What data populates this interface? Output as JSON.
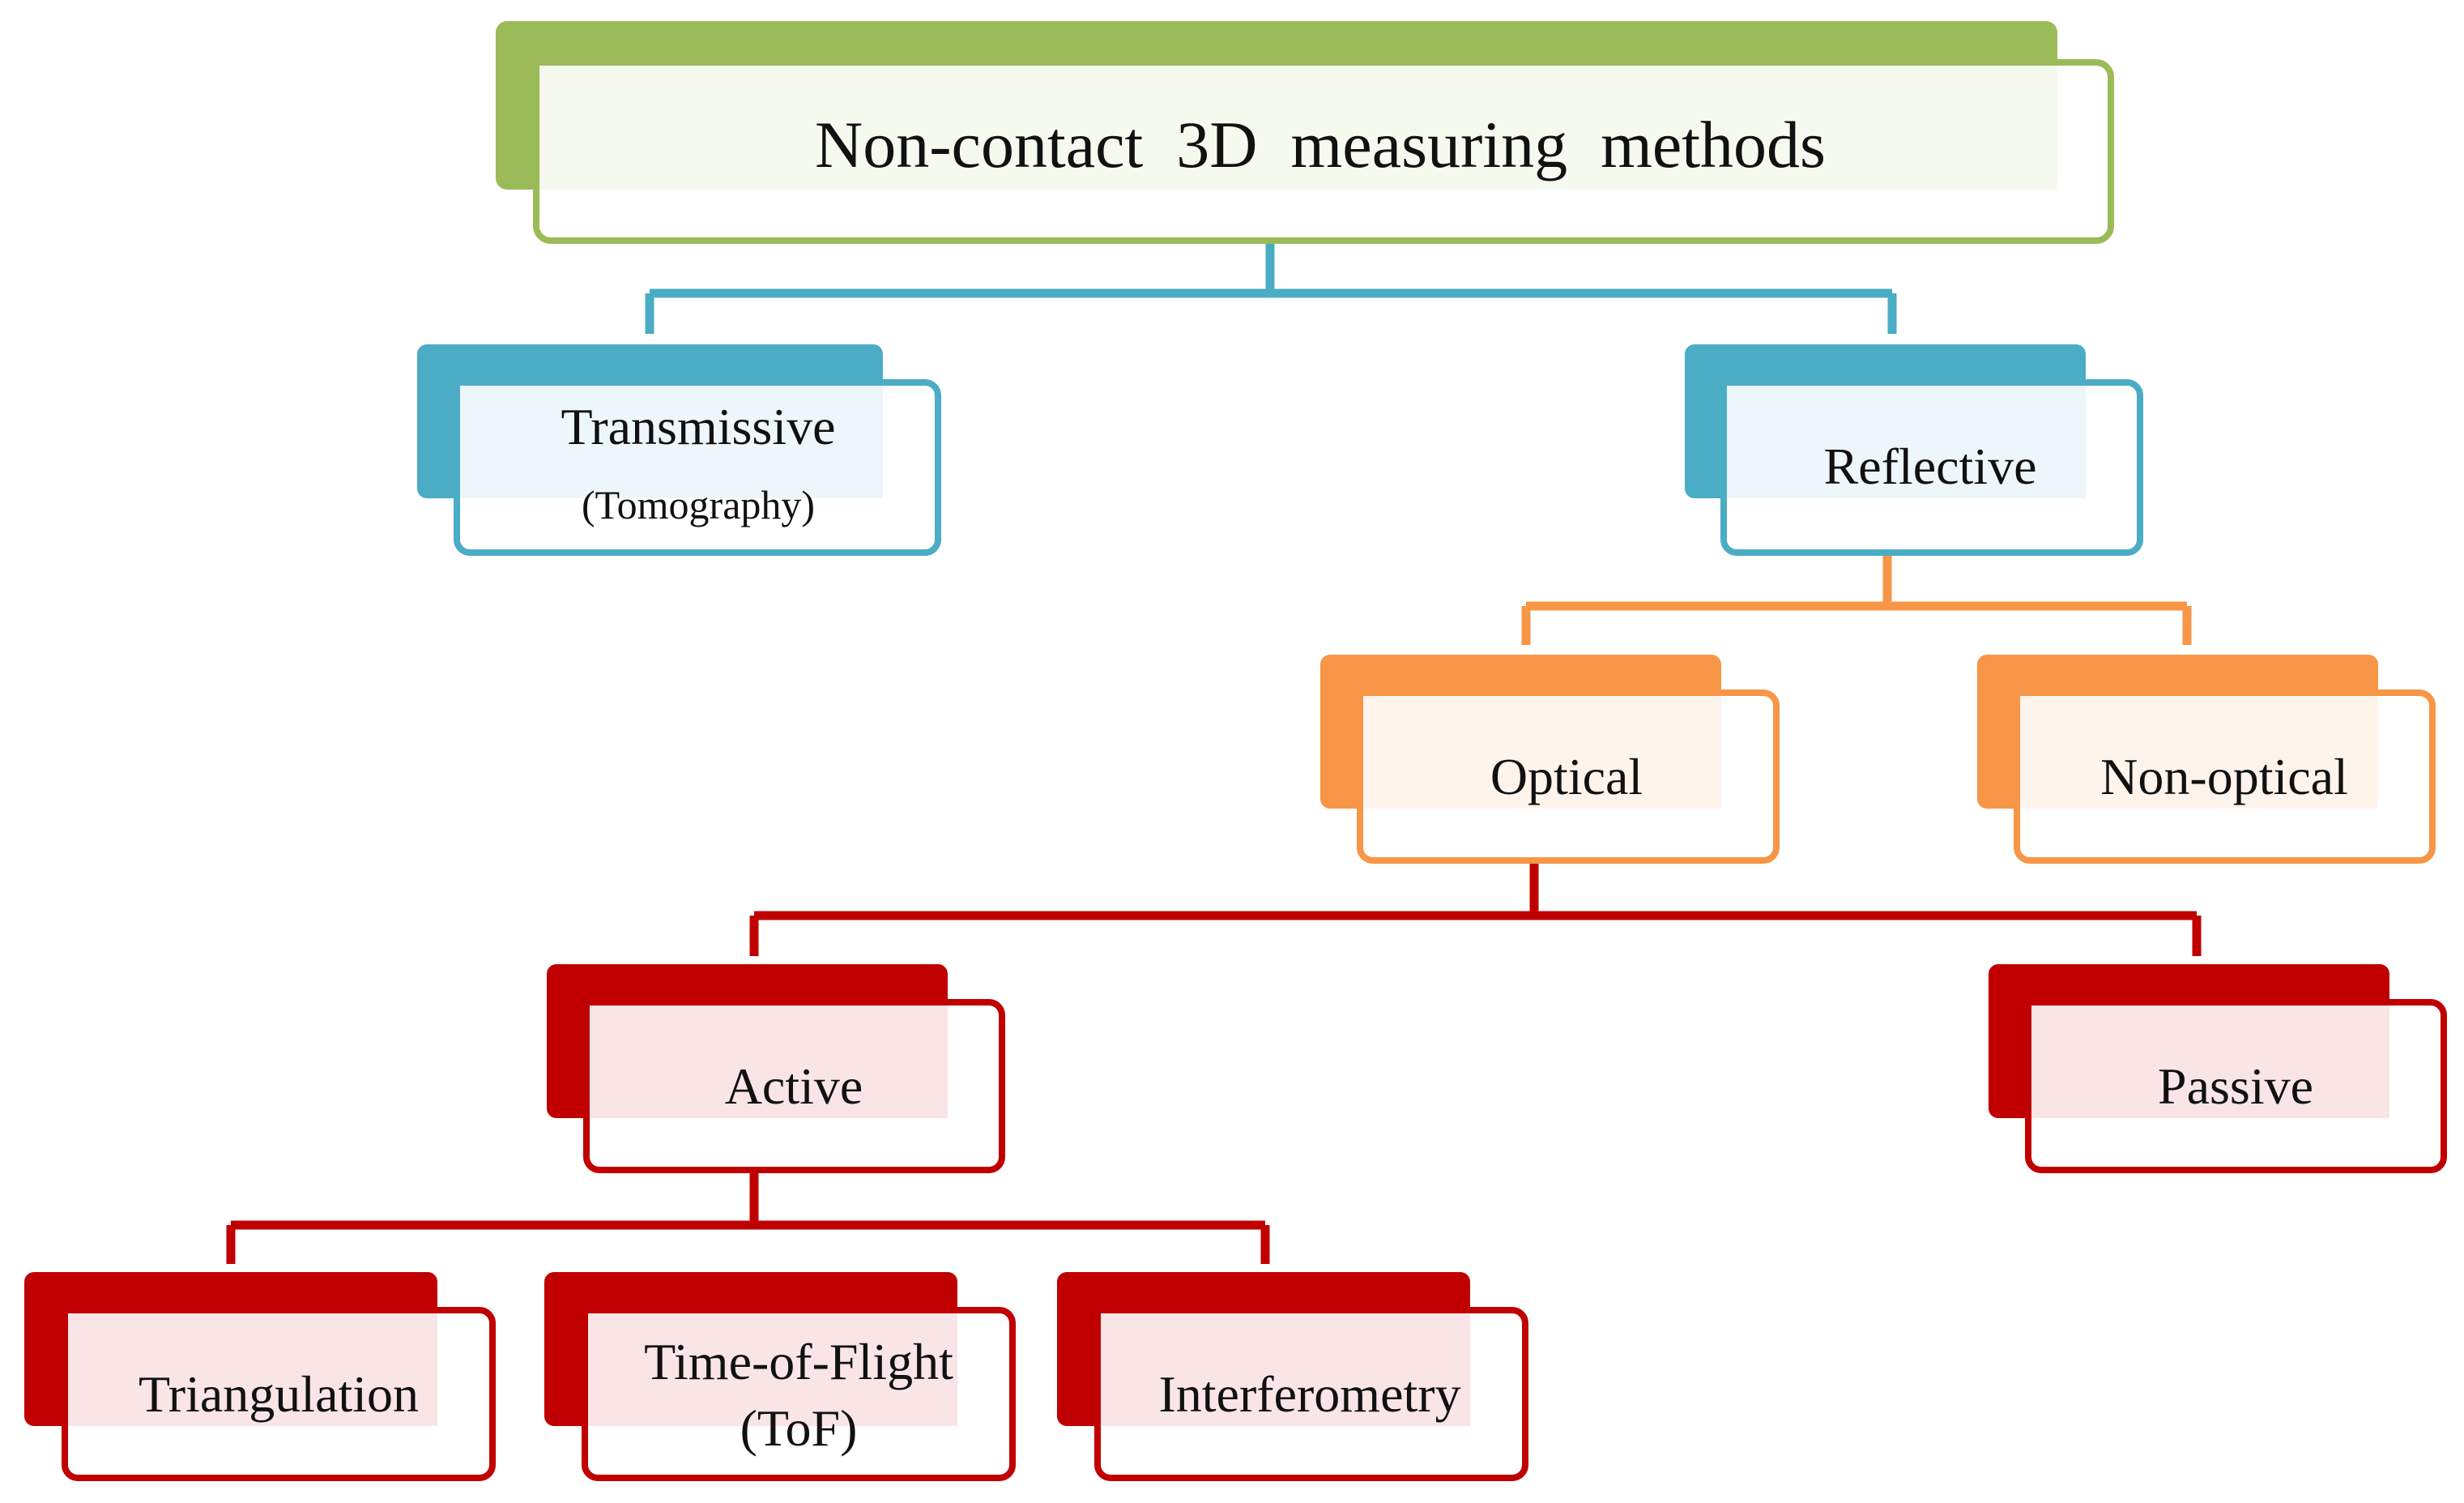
{
  "colors": {
    "root": "#9BBB59",
    "level1": "#4BACC6",
    "level2": "#F79646",
    "level3": "#C00000"
  },
  "nodes": {
    "root": {
      "label": "Non-contact  3D  measuring  methods"
    },
    "transmissive": {
      "label": "Transmissive",
      "sublabel": "(Tomography)"
    },
    "reflective": {
      "label": "Reflective"
    },
    "optical": {
      "label": "Optical"
    },
    "non_optical": {
      "label": "Non-optical"
    },
    "active": {
      "label": "Active"
    },
    "passive": {
      "label": "Passive"
    },
    "triangulation": {
      "label": "Triangulation"
    },
    "tof": {
      "label": "Time-of-Flight",
      "sublabel": "(ToF)"
    },
    "interferometry": {
      "label": "Interferometry"
    }
  }
}
